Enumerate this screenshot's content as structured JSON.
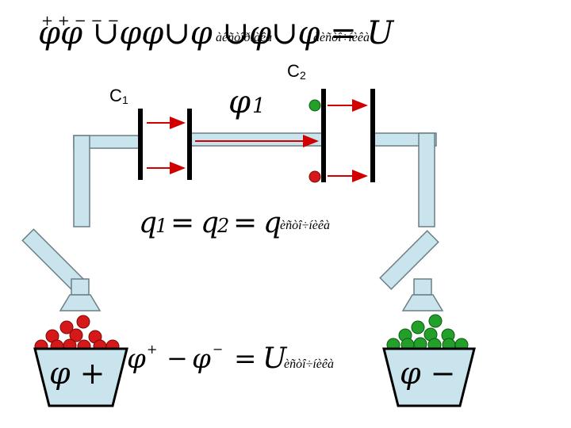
{
  "colors": {
    "wire_fill": "#c9e4ec",
    "wire_stroke": "#6b7f86",
    "plate": "#000000",
    "arrow": "#d00000",
    "positive_charge": "#d61818",
    "negative_charge": "#22a02a"
  },
  "header": {
    "line1": "φφ ∪φφ∪φ ∪φ∪φ = U",
    "line1_sup": "+ + − − −",
    "garble_a": "àêñòîðíàêà",
    "garble_b": "àèñòî÷íèêà"
  },
  "labels": {
    "c1": "C",
    "c1_sub": "1",
    "c2": "C",
    "c2_sub": "2",
    "phi1": "φ",
    "phi1_sub": "1"
  },
  "equations": {
    "charge_eq_q1": "q",
    "charge_eq_1": "1",
    "charge_eq_eq1": "=",
    "charge_eq_q2": "q",
    "charge_eq_2": "2",
    "charge_eq_eq2": "=",
    "charge_eq_q": "q",
    "charge_eq_sub": "èñòî÷íèêà",
    "voltage_phi_plus": "φ",
    "voltage_sup_plus": "+",
    "voltage_minus": "−",
    "voltage_phi_minus": "φ",
    "voltage_sup_minus": "−",
    "voltage_eq": "=",
    "voltage_U": "U",
    "voltage_sub": "èñòî÷íèêà"
  },
  "containers": {
    "left_label": "φ +",
    "right_label": "φ −"
  }
}
